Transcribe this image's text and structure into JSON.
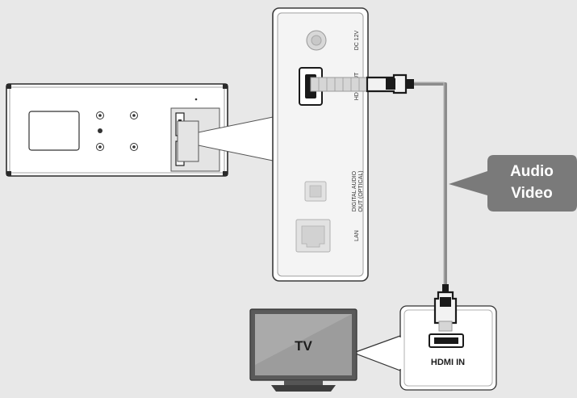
{
  "device_back_panel": {
    "ports": {
      "dc_power": "DC 12V",
      "hdmi_out": "HDMI OUT",
      "digital_audio_line1": "DIGITAL AUDIO",
      "digital_audio_line2": "OUT (OPTICAL)",
      "lan": "LAN"
    }
  },
  "signal_callout": {
    "line1": "Audio",
    "line2": "Video",
    "color": "#7a7a7a"
  },
  "tv": {
    "label": "TV",
    "screen_color": "#9c9c9c"
  },
  "tv_port": {
    "label": "HDMI IN"
  }
}
